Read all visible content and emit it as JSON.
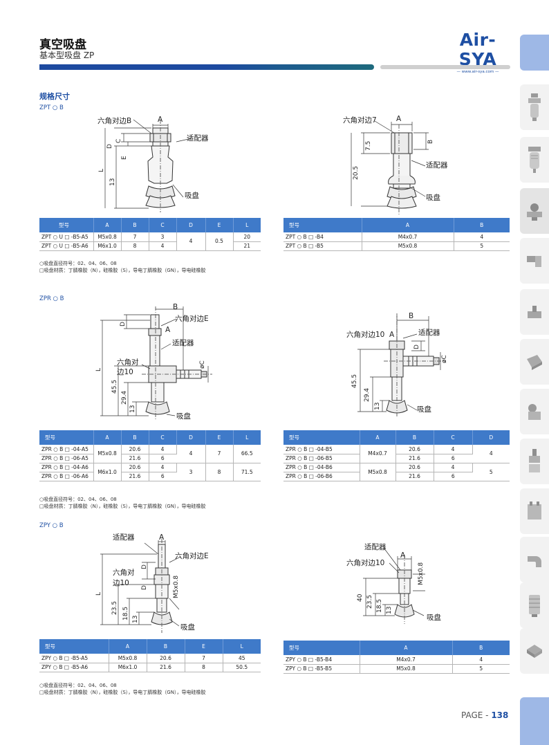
{
  "header": {
    "title": "真空吸盘",
    "subtitle": "基本型吸盘 ZP",
    "logo_text": "Air-SYA",
    "logo_url": "— www.air-sya.com —"
  },
  "colors": {
    "brand_blue": "#1e4fa3",
    "table_header": "#3f7ac9",
    "side_tab_accent": "#9eb8e6"
  },
  "section_title": "规格尺寸",
  "zpt": {
    "label": "ZPT ○ B",
    "left_drawing": {
      "hex": "六角对边B",
      "a": "A",
      "adapter": "适配器",
      "cup": "吸盘",
      "d": "D",
      "c": "C",
      "e": "E",
      "l": "L",
      "h13": "13"
    },
    "right_drawing": {
      "hex": "六角对边7",
      "a": "A",
      "adapter": "适配器",
      "cup": "吸盘",
      "b": "B",
      "h75": "7.5",
      "h205": "20.5"
    },
    "table_left": {
      "headers": [
        "型号",
        "A",
        "B",
        "C",
        "D",
        "E",
        "L"
      ],
      "rows": [
        [
          "ZPT ○ U □ -B5-A5",
          "M5x0.8",
          "7",
          "3",
          "4",
          "0.5",
          "20"
        ],
        [
          "ZPT ○ U □ -B5-A6",
          "M6x1.0",
          "8",
          "4",
          "",
          "",
          "21"
        ]
      ]
    },
    "table_right": {
      "headers": [
        "型号",
        "A",
        "B"
      ],
      "rows": [
        [
          "ZPT ○ B □ -B4",
          "M4x0.7",
          "4"
        ],
        [
          "ZPT ○ B □ -B5",
          "M5x0.8",
          "5"
        ]
      ]
    },
    "notes": [
      "○吸盘直径符号：02、04、06、08",
      "□吸盘材质：丁腈橡胶（N），硅橡胶（S），导电丁腈橡胶（GN），导电硅橡胶"
    ]
  },
  "zpr": {
    "label": "ZPR ○ B",
    "left_drawing": {
      "b": "B",
      "d": "D",
      "hex": "六角对边E",
      "a": "A",
      "adapter": "适配器",
      "hex10a": "六角对",
      "hex10b": "边10",
      "c": "øC",
      "l": "L",
      "h455": "45.5",
      "h294": "29.4",
      "h13": "13",
      "cup": "吸盘"
    },
    "right_drawing": {
      "b": "B",
      "hex10": "六角对边10",
      "a": "A",
      "adapter": "适配器",
      "d": "D",
      "c": "øC",
      "h455": "45.5",
      "h294": "29.4",
      "h13": "13",
      "cup": "吸盘"
    },
    "table_left": {
      "headers": [
        "型号",
        "A",
        "B",
        "C",
        "D",
        "E",
        "L"
      ],
      "rows": [
        [
          "ZPR ○ B □ -04-A5",
          "M5x0.8",
          "20.6",
          "4",
          "4",
          "7",
          "66.5"
        ],
        [
          "ZPR ○ B □ -06-A5",
          "",
          "21.6",
          "6",
          "",
          "",
          ""
        ],
        [
          "ZPR ○ B □ -04-A6",
          "M6x1.0",
          "20.6",
          "4",
          "3",
          "8",
          "71.5"
        ],
        [
          "ZPR ○ B □ -06-A6",
          "",
          "21.6",
          "6",
          "",
          "",
          ""
        ]
      ]
    },
    "table_right": {
      "headers": [
        "型号",
        "A",
        "B",
        "C",
        "D"
      ],
      "rows": [
        [
          "ZPR ○ B □ -04-B5",
          "M4x0.7",
          "20.6",
          "4",
          "4"
        ],
        [
          "ZPR ○ B □ -06-B5",
          "",
          "21.6",
          "6",
          ""
        ],
        [
          "ZPR ○ B □ -04-B6",
          "M5x0.8",
          "20.6",
          "4",
          "5"
        ],
        [
          "ZPR ○ B □ -06-B6",
          "",
          "21.6",
          "6",
          ""
        ]
      ]
    },
    "notes": [
      "○吸盘直径符号：02、04、06、08",
      "□吸盘材质：丁腈橡胶（N），硅橡胶（S），导电丁腈橡胶（GN），导电硅橡胶"
    ]
  },
  "zpy": {
    "label": "ZPY ○ B",
    "left_drawing": {
      "adapter": "适配器",
      "a": "A",
      "hex": "六角对边E",
      "hex10a": "六角对",
      "hex10b": "边10",
      "d": "D",
      "m5": "M5x0.8",
      "l": "L",
      "h235": "23.5",
      "h185": "18.5",
      "h13": "13",
      "cup": "吸盘"
    },
    "right_drawing": {
      "adapter": "适配器",
      "hex10": "六角对边10",
      "a": "A",
      "m5": "M5x0.8",
      "h40": "40",
      "h235": "23.5",
      "h185": "18.5",
      "h13": "13",
      "cup": "吸盘"
    },
    "table_left": {
      "headers": [
        "型号",
        "A",
        "B",
        "E",
        "L"
      ],
      "rows": [
        [
          "ZPY ○ B □ -B5-A5",
          "M5x0.8",
          "20.6",
          "7",
          "45"
        ],
        [
          "ZPY ○ B □ -B5-A6",
          "M6x1.0",
          "21.6",
          "8",
          "50.5"
        ]
      ]
    },
    "table_right": {
      "headers": [
        "型号",
        "A",
        "B"
      ],
      "rows": [
        [
          "ZPY ○ B □ -B5-B4",
          "M4x0.7",
          "4"
        ],
        [
          "ZPY ○ B □ -B5-B5",
          "M5x0.8",
          "5"
        ]
      ]
    },
    "notes": [
      "○吸盘直径符号：02、04、06、08",
      "□吸盘材质：丁腈橡胶（N），硅橡胶（S），导电丁腈橡胶（GN），导电硅橡胶"
    ]
  },
  "side_tabs": [
    {
      "icon": "filter-regulator-icon"
    },
    {
      "icon": "filter-bowl-icon"
    },
    {
      "icon": "vacuum-generator-icon"
    },
    {
      "icon": "elbow-fitting-icon"
    },
    {
      "icon": "manifold-icon"
    },
    {
      "icon": "valve-block-icon"
    },
    {
      "icon": "vacuum-pump-icon"
    },
    {
      "icon": "sensor-icon"
    },
    {
      "icon": "cylinder-block-icon"
    },
    {
      "icon": "elbow-pipe-icon"
    },
    {
      "icon": "silencer-icon"
    },
    {
      "icon": "suction-cup-icon"
    }
  ],
  "footer": {
    "page_prefix": "PAGE - ",
    "page_number": "138"
  }
}
